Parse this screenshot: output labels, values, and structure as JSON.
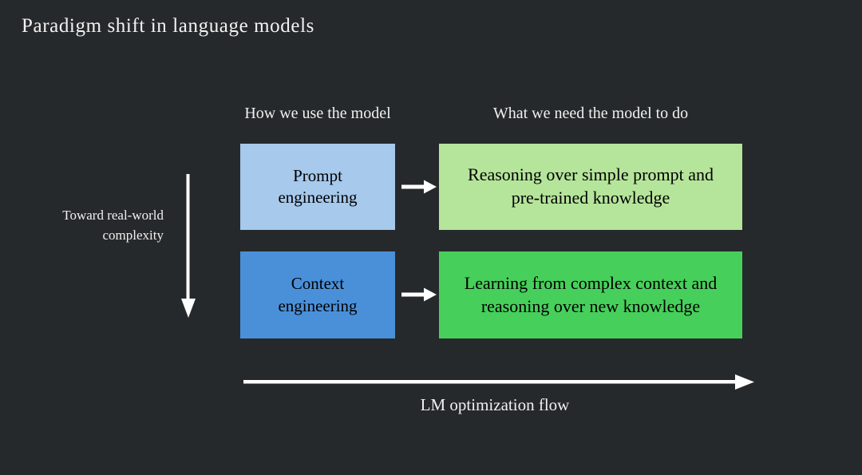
{
  "slide": {
    "title": "Paradigm shift in language models",
    "background_color": "#26292b",
    "text_color": "#f0f0f0"
  },
  "columns": [
    {
      "id": "how-we-use",
      "header": "How we use the model"
    },
    {
      "id": "what-we-need",
      "header": "What we need the model to do"
    }
  ],
  "rows": [
    {
      "id": "prompt-engineering",
      "use": {
        "label": "Prompt\nengineering",
        "line1": "Prompt",
        "line2": "engineering",
        "color": "#a6c9ec"
      },
      "need": {
        "line1": "Reasoning over simple prompt and",
        "line2": "pre-trained knowledge",
        "color": "#b5e59b"
      }
    },
    {
      "id": "context-engineering",
      "use": {
        "label": "Context\nengineering",
        "line1": "Context",
        "line2": "engineering",
        "color": "#4a90d9"
      },
      "need": {
        "line1": "Learning from complex context and",
        "line2": "reasoning over new knowledge",
        "color": "#47cf5b"
      }
    }
  ],
  "vertical_axis": {
    "label_line1": "Toward real-world",
    "label_line2": "complexity",
    "direction": "down",
    "icon": "arrow-down-icon"
  },
  "bottom_axis": {
    "label": "LM optimization flow",
    "direction": "right",
    "icon": "arrow-right-icon"
  },
  "connectors": {
    "icon": "arrow-right-icon",
    "color": "#ffffff"
  }
}
